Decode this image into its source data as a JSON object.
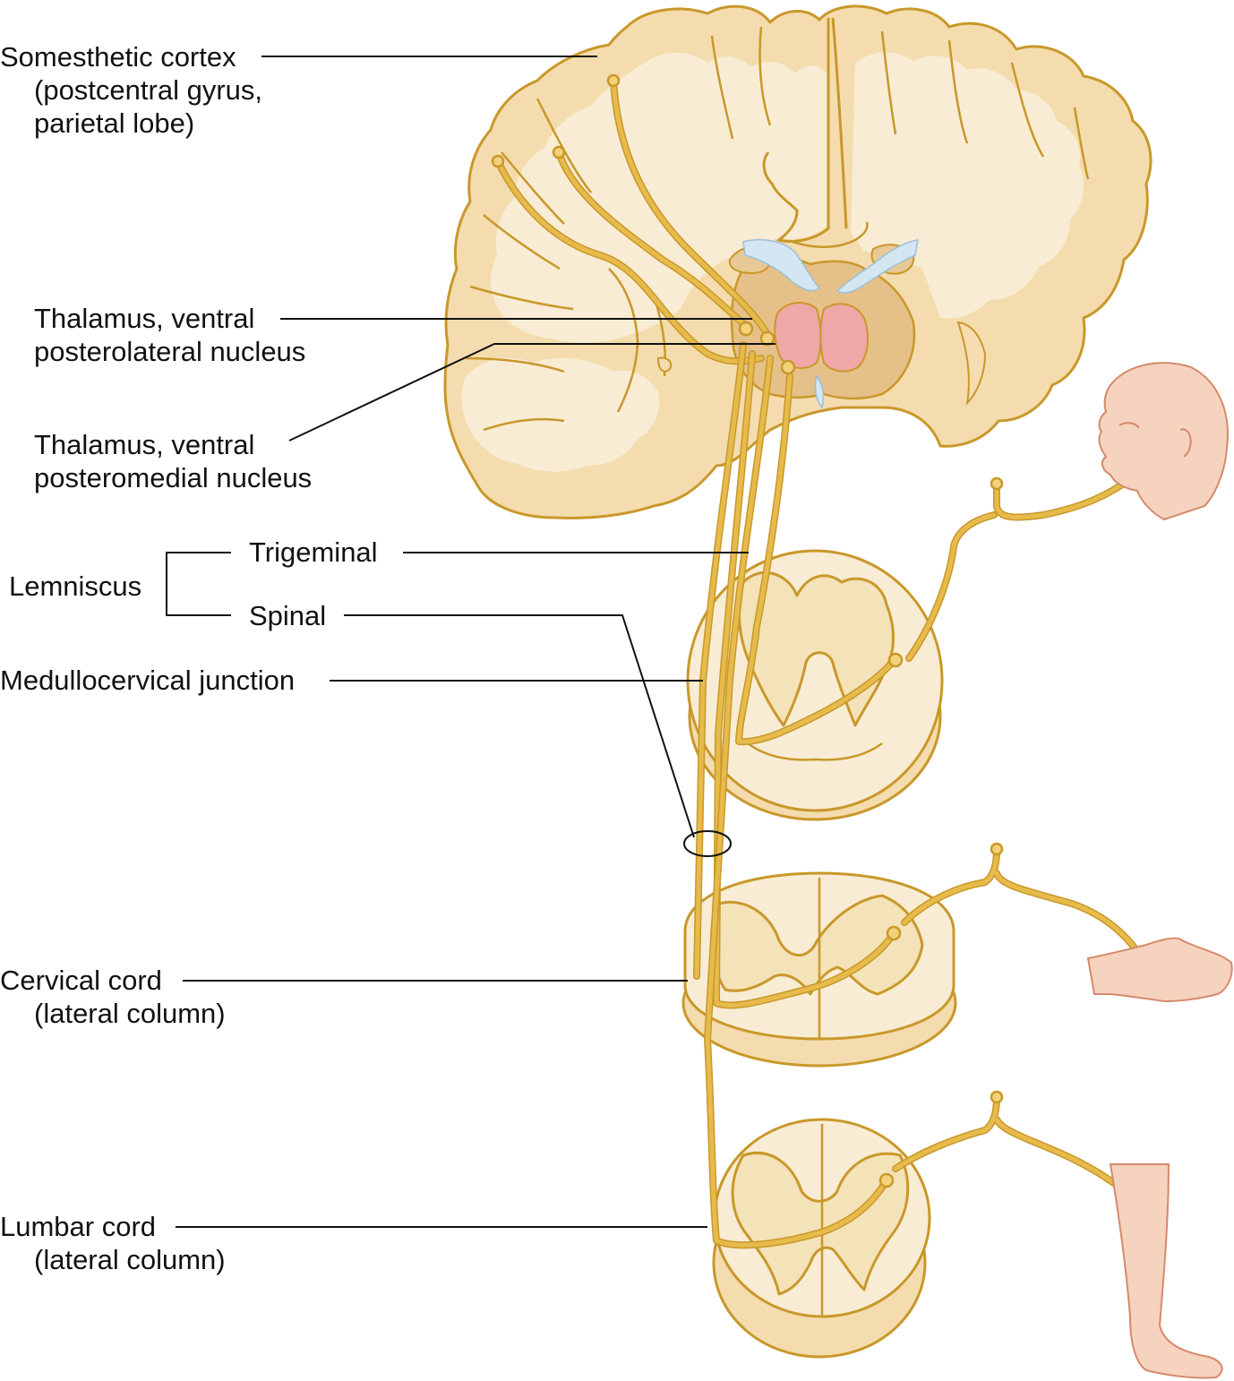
{
  "labels": {
    "somesthetic_1": "Somesthetic cortex",
    "somesthetic_2": "(postcentral gyrus,",
    "somesthetic_3": "parietal lobe)",
    "vpl_1": "Thalamus, ventral",
    "vpl_2": "posterolateral nucleus",
    "vpm_1": "Thalamus, ventral",
    "vpm_2": "posteromedial nucleus",
    "lemniscus": "Lemniscus",
    "trigeminal": "Trigeminal",
    "spinal": "Spinal",
    "medullocervical": "Medullocervical junction",
    "cervical_1": "Cervical cord",
    "cervical_2": "(lateral column)",
    "lumbar_1": "Lumbar cord",
    "lumbar_2": "(lateral column)"
  },
  "colors": {
    "tissue": "#f8ecd4",
    "gray_matter": "#f4e2b8",
    "outline": "#c9982a",
    "fiber": "#e6bb4c",
    "thalamus": "#e5c088",
    "nucleus": "#f0a7a7",
    "ventricle": "#d3e6f2",
    "skin": "#f6d3bf",
    "leader_line": "#111111"
  }
}
